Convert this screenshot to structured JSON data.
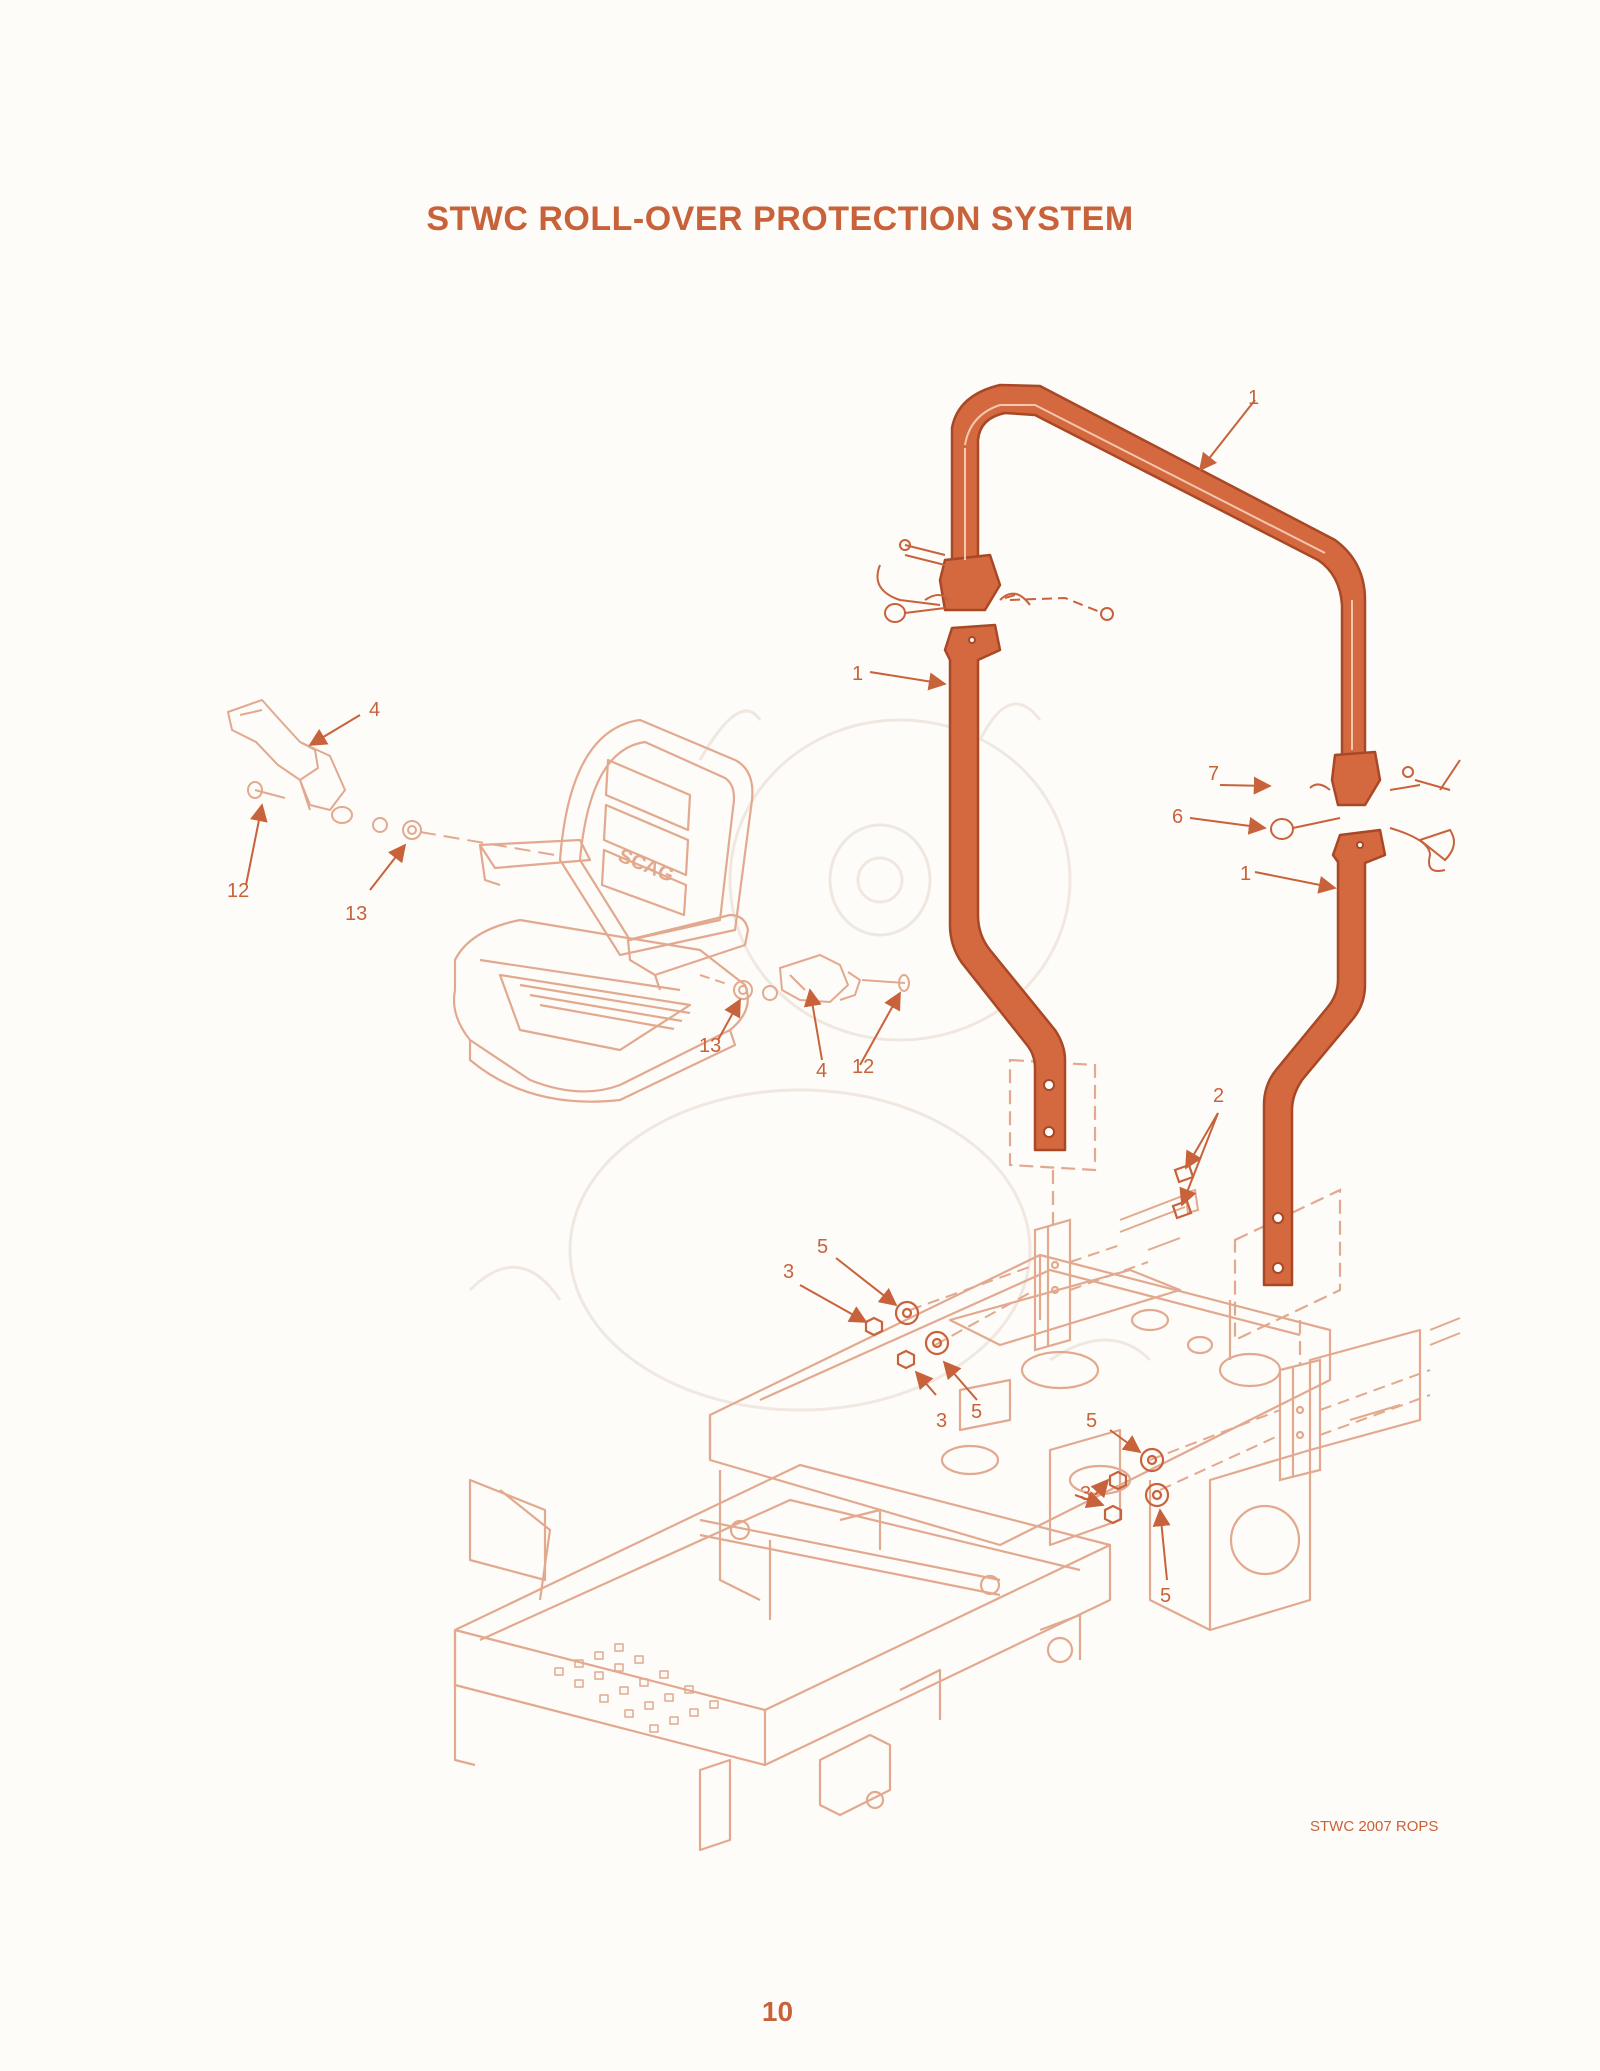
{
  "page": {
    "title": "STWC ROLL-OVER PROTECTION SYSTEM",
    "reference_code": "STWC 2007 ROPS",
    "page_number": "10"
  },
  "colors": {
    "accent": "#c8623b",
    "linework": "#e2a98f",
    "rops_fill": "#d4683f",
    "rops_stroke": "#a84826",
    "background": "#fdfcf9"
  },
  "callouts": [
    {
      "id": "c-1a",
      "label": "1"
    },
    {
      "id": "c-1b",
      "label": "1"
    },
    {
      "id": "c-1c",
      "label": "1"
    },
    {
      "id": "c-2",
      "label": "2"
    },
    {
      "id": "c-3a",
      "label": "3"
    },
    {
      "id": "c-3b",
      "label": "3"
    },
    {
      "id": "c-3c",
      "label": "3"
    },
    {
      "id": "c-4a",
      "label": "4"
    },
    {
      "id": "c-4b",
      "label": "4"
    },
    {
      "id": "c-5a",
      "label": "5"
    },
    {
      "id": "c-5b",
      "label": "5"
    },
    {
      "id": "c-5c",
      "label": "5"
    },
    {
      "id": "c-5d",
      "label": "5"
    },
    {
      "id": "c-6",
      "label": "6"
    },
    {
      "id": "c-7",
      "label": "7"
    },
    {
      "id": "c-12a",
      "label": "12"
    },
    {
      "id": "c-12b",
      "label": "12"
    },
    {
      "id": "c-13a",
      "label": "13"
    },
    {
      "id": "c-13b",
      "label": "13"
    }
  ],
  "seat_logo": "SCAG"
}
